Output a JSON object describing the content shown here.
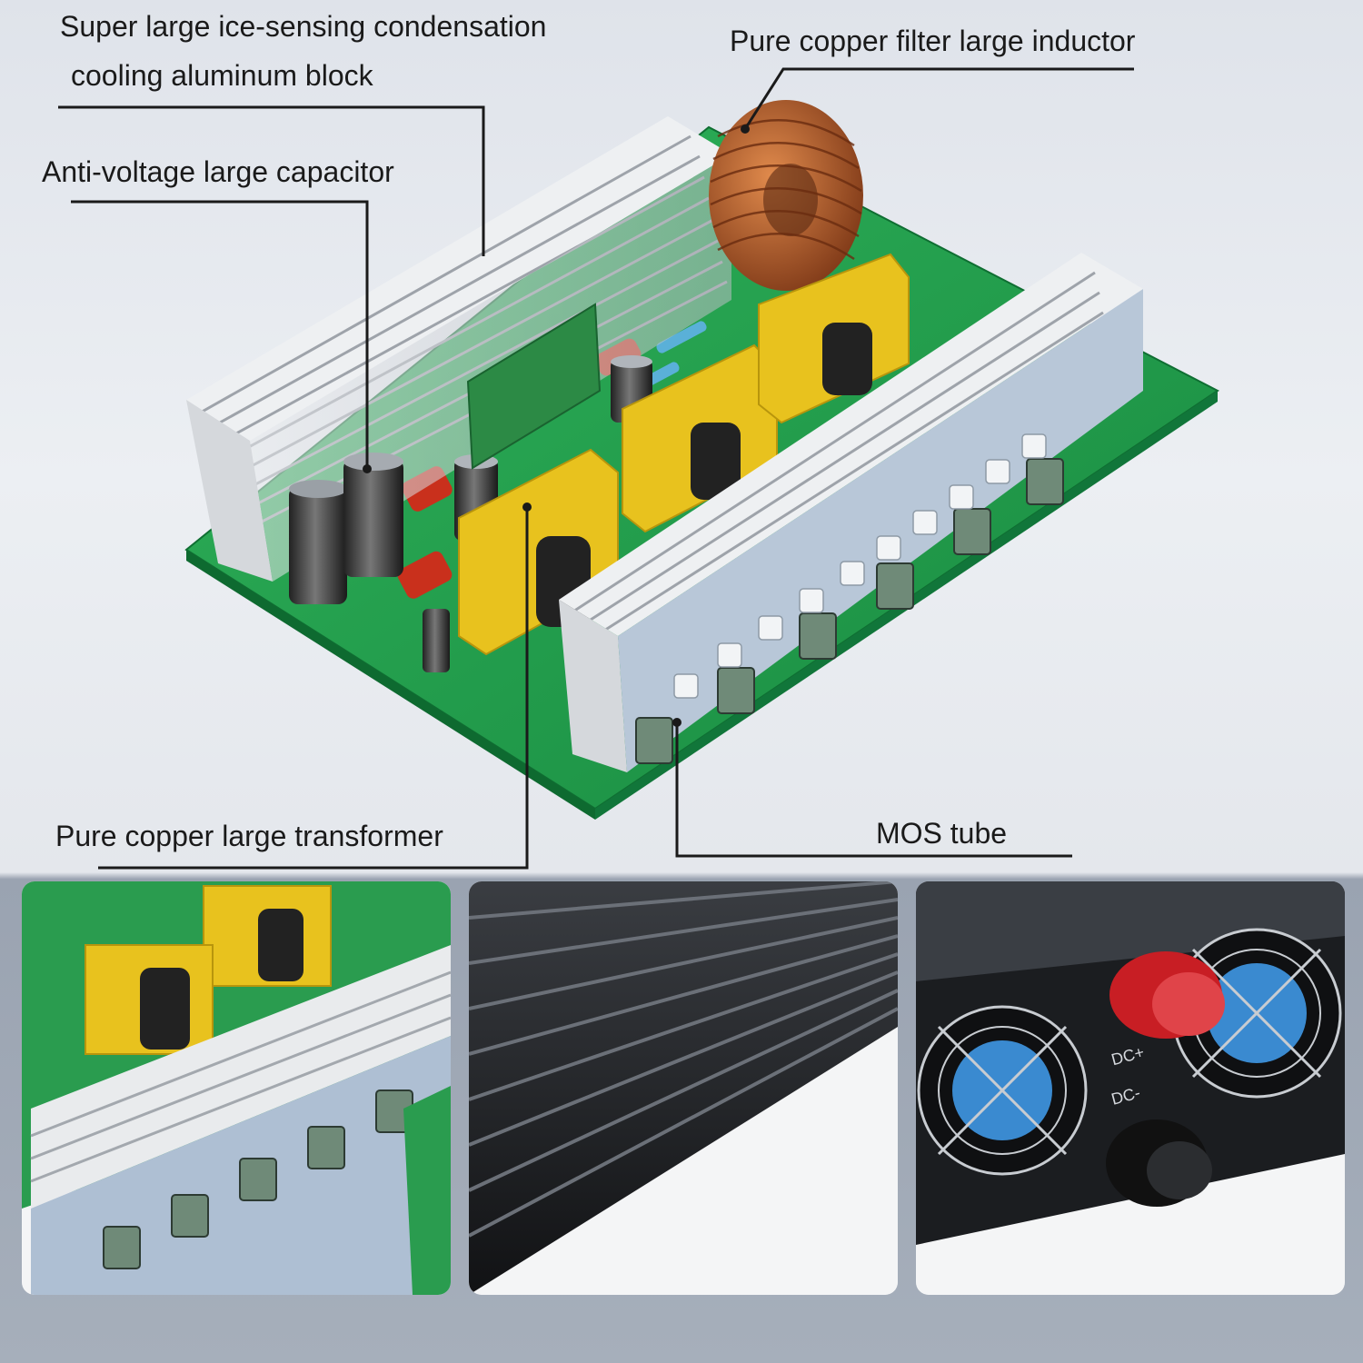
{
  "labels": {
    "cooling_block_line1": "Super large ice-sensing condensation",
    "cooling_block_line2": "cooling aluminum block",
    "inductor": "Pure copper filter large inductor",
    "capacitor": "Anti-voltage large capacitor",
    "transformer": "Pure copper large transformer",
    "mos": "MOS tube"
  },
  "panel_labels": {
    "dc_positive": "DC+",
    "dc_negative": "DC-"
  },
  "colors": {
    "pcb": "#1f9a4a",
    "heatsink": "#c9ccd1",
    "transformer": "#e8c21e",
    "copper": "#b9602b",
    "line": "#1a1a1a",
    "knob_red": "#c81e24",
    "housing": "#1b1d20"
  }
}
